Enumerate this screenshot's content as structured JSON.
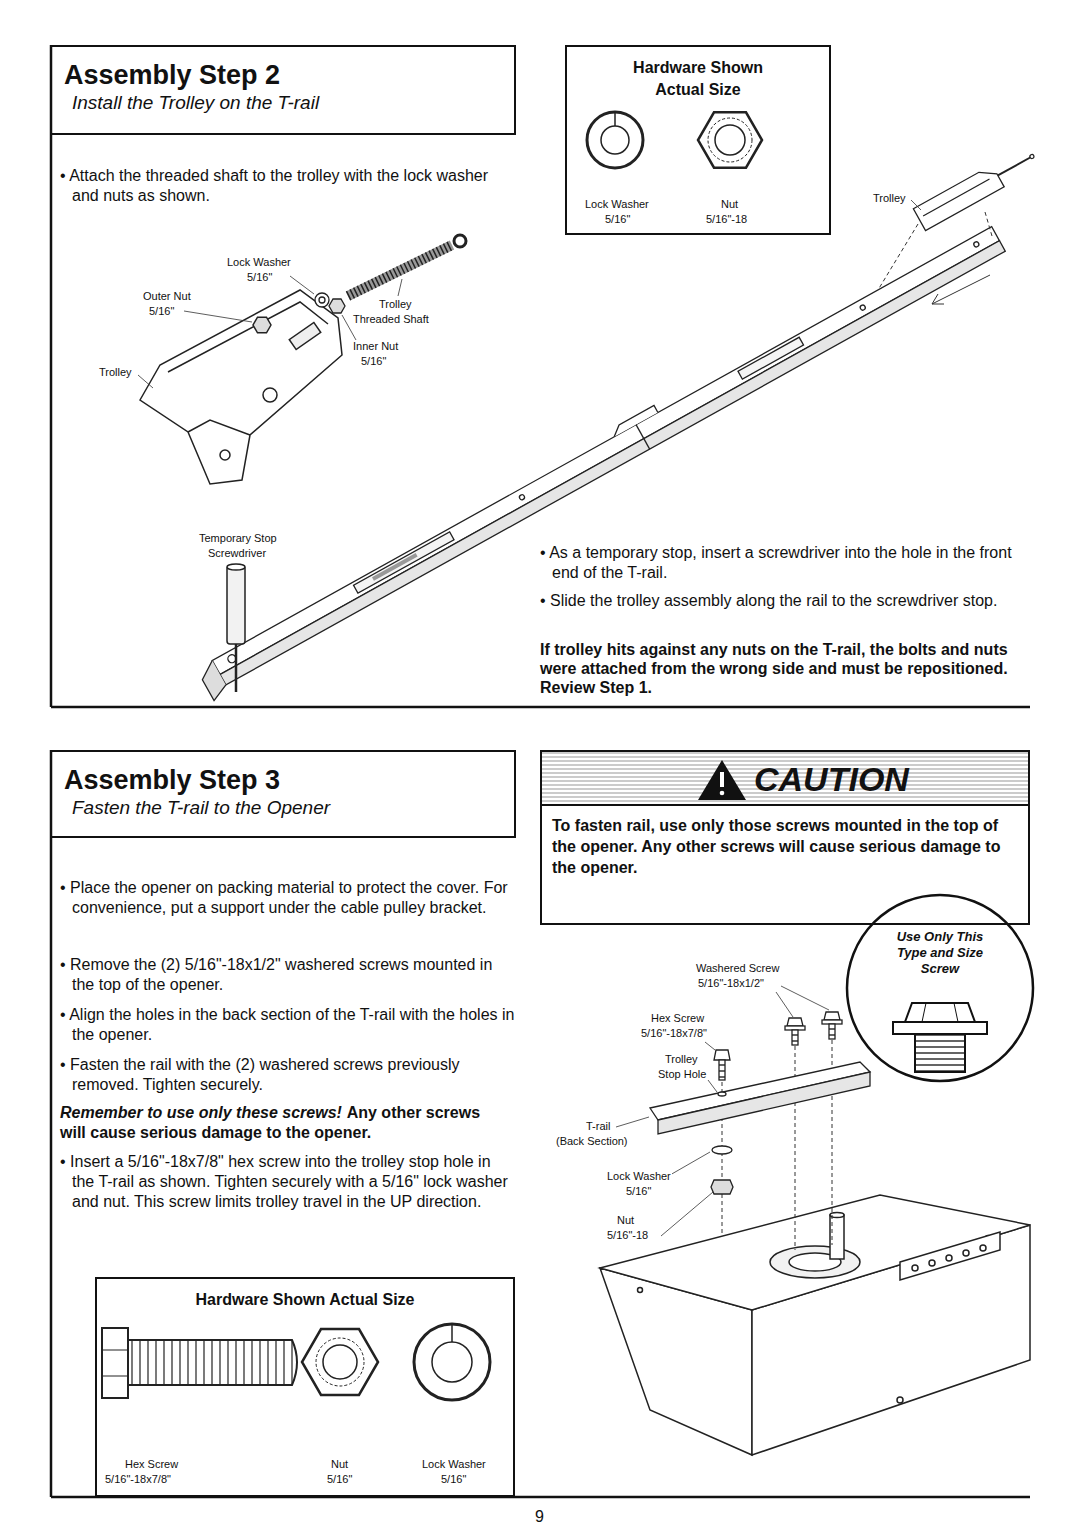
{
  "diagram": {
    "nodes": [
      {
        "text": [
          "Assembly Step 2",
          "Install the Trolley on the T-rail"
        ]
      },
      {
        "text": [
          "Hardware Shown Actual Size"
        ]
      },
      {
        "text": [
          "Assembly Step 3",
          "Fasten the T-rail to the Opener"
        ]
      },
      {
        "text": [
          "CAUTION",
          "To fasten rail, use only those screws mounted in the top of the opener. Any other screws will cause serious damage to the opener."
        ]
      },
      {
        "text": [
          "Hardware Shown Actual Size"
        ]
      },
      {
        "text": [
          "Use Only This Type and Size Screw"
        ]
      }
    ],
    "labels": [
      "• Attach the threaded shaft to the trolley with the lock washer and nuts as shown.",
      "Lock Washer",
      "5/16\"",
      "Outer Nut",
      "5/16\"",
      "Trolley",
      "Threaded Shaft",
      "Inner Nut",
      "5/16\"",
      "Trolley",
      "Temporary Stop",
      "Screwdriver",
      "Lock Washer",
      "5/16\"",
      "Nut",
      "5/16\"-18",
      "Trolley",
      "• As a temporary stop, insert a screwdriver into the hole in the front end of the T-rail.",
      "• Slide the trolley assembly along the rail to the screwdriver stop.",
      "If trolley hits against any nuts on the T-rail, the bolts and nuts were attached from the wrong side and must be repositioned. Review Step 1.",
      "• Place the opener on packing material to protect the cover. For convenience, put a support under the cable pulley bracket.",
      "• Remove the (2) 5/16\"-18x1/2\" washered screws mounted in the top of the opener.",
      "• Align the holes in the back section of the T-rail with the holes in the opener.",
      "• Fasten the rail with the (2) washered screws previously removed. Tighten securely.",
      "Remember to use only these screws!",
      "Any other screws will cause serious damage to the opener.",
      "• Insert a 5/16\"-18x7/8\" hex screw into the trolley stop hole in the T-rail as shown. Tighten securely with a 5/16\" lock washer and nut. This screw limits trolley travel in the UP direction.",
      "Hex Screw",
      "5/16\"-18x7/8\"",
      "Nut",
      "5/16\"",
      "Lock Washer",
      "5/16\"",
      "Washered Screw",
      "5/16\"-18x1/2\"",
      "Hex Screw",
      "5/16\"-18x7/8\"",
      "Trolley",
      "Stop Hole",
      "T-rail",
      "(Back Section)",
      "Lock Washer",
      "5/16\"",
      "Nut",
      "5/16\"-18",
      "9"
    ]
  }
}
